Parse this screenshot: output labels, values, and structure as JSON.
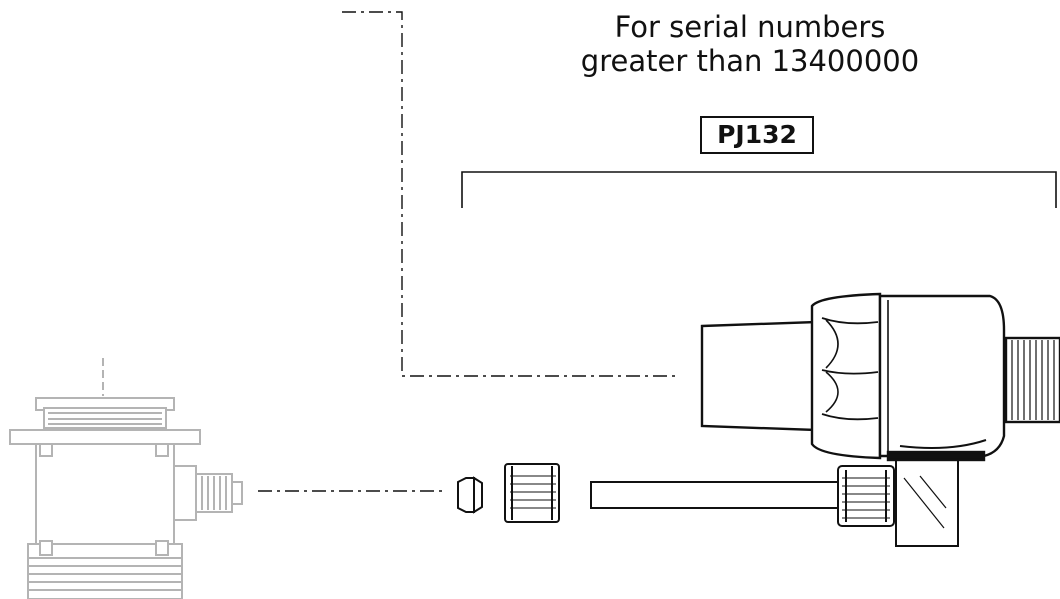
{
  "caption": {
    "line1": "For serial numbers",
    "line2": "greater than 13400000"
  },
  "part_number": "PJ132",
  "colors": {
    "ink": "#111111",
    "faded": "#b4b4b4",
    "body_fill": "#ffffff"
  },
  "components": [
    "faded-pool-fitting",
    "compression-ferrule",
    "compression-nut",
    "tube",
    "elbow-fitting",
    "cartridge-housing"
  ]
}
